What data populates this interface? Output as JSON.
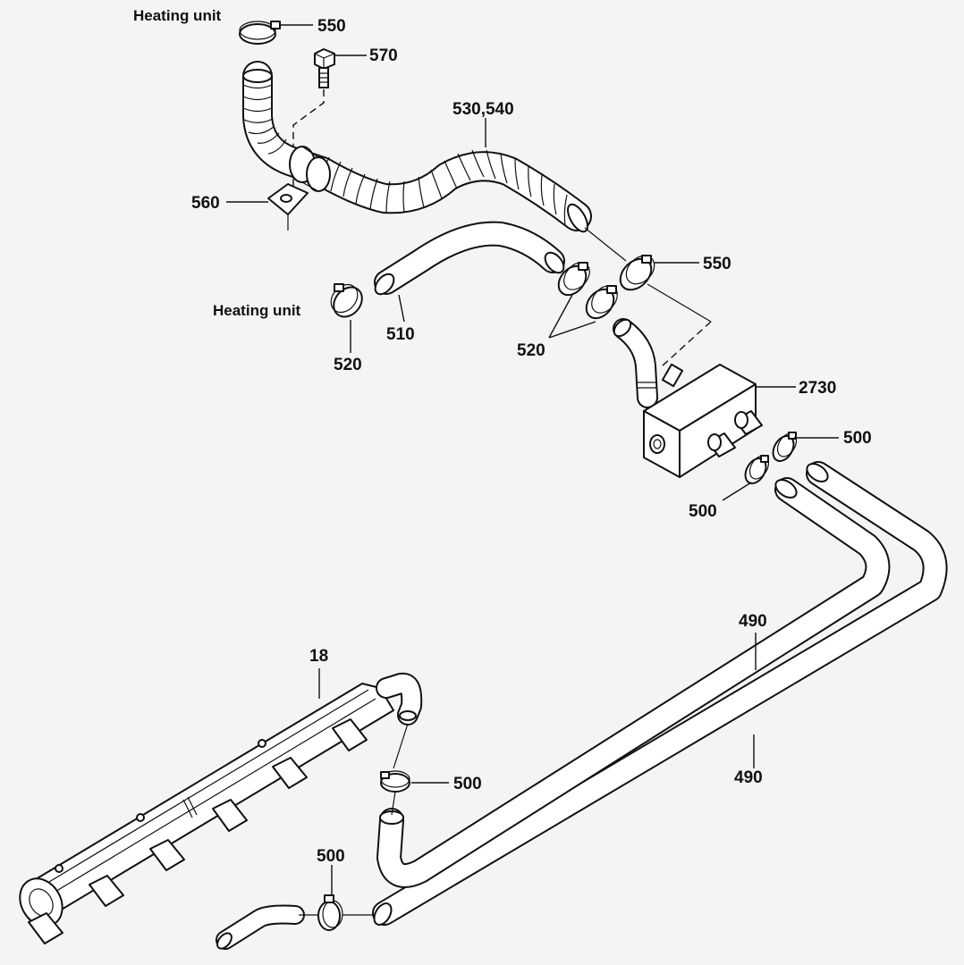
{
  "labels": {
    "heating_unit_top": "Heating unit",
    "heating_unit_left": "Heating unit",
    "p550_top": "550",
    "p570": "570",
    "p530_540": "530,540",
    "p560": "560",
    "p550_right": "550",
    "p520_left": "520",
    "p510": "510",
    "p520_mid": "520",
    "p2730": "2730",
    "p500_right": "500",
    "p500_left": "500",
    "p490_upper": "490",
    "p490_lower": "490",
    "p18": "18",
    "p500_mid": "500",
    "p500_bottom": "500"
  },
  "colors": {
    "background": "#f4f4f4",
    "line": "#111111",
    "part_fill": "#ffffff"
  }
}
